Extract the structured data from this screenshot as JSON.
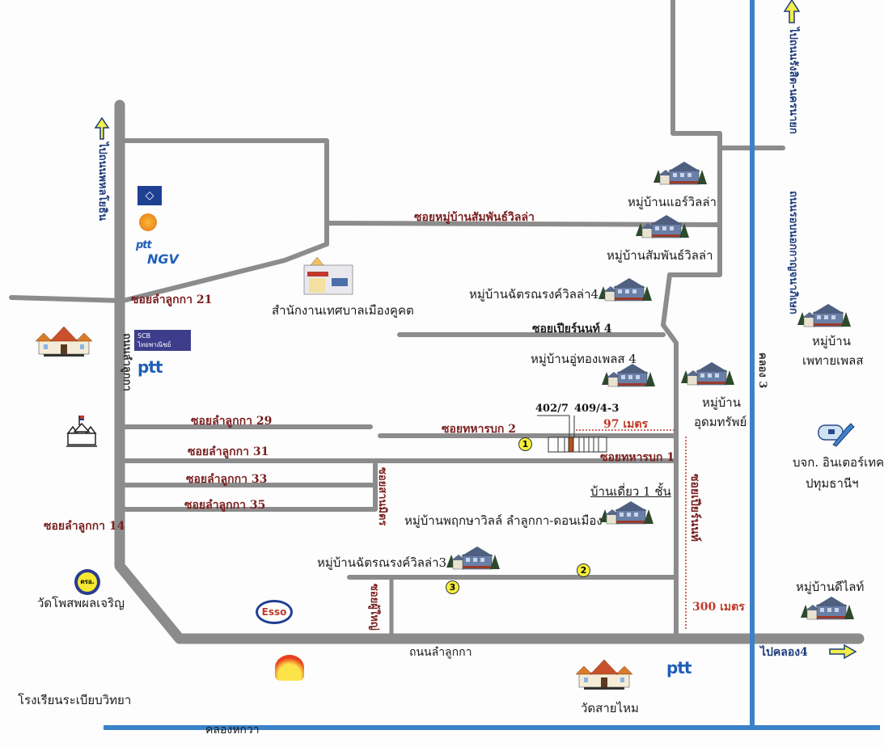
{
  "map": {
    "roads": {
      "main_road": "ถนนลำลูกกา",
      "main_road_vertical": "ถนนลำลูกกา",
      "soi_sampan": "ซอยหมู่บ้านสัมพันธ์วิลล่า",
      "soi_21": "ซอยลำลูกกา 21",
      "soi_29": "ซอยลำลูกกา 29",
      "soi_31": "ซอยลำลูกกา 31",
      "soi_33": "ซอยลำลูกกา 33",
      "soi_35": "ซอยลำลูกกา 35",
      "soi_14": "ซอยลำลูกกา 14",
      "soi_pianon_4": "ซอยเปียร์นนท์ 4",
      "soi_thahanbok_2": "ซอยทหารบก 2",
      "soi_thahanbok_1": "ซอยทหารบก 1",
      "soi_sanmit": "ซอยสานมิตร",
      "soi_pianon": "ซอยเปียร์นนท์",
      "soi_phuyai": "ซอยผู้ใหญ่"
    },
    "directions": {
      "to_phahonyothin": "ไปถนนพหลโยธิน",
      "to_rangsit_nakhonnayok": "ไปถนนรังสิต-นครนายก",
      "to_khlong4": "ไปคลอง4"
    },
    "waterways": {
      "khlong_3": "คลอง 3",
      "khlong_hakwa": "คลองหกวา",
      "kanchanaphisek_road": "ถนนรอบนอกกาญจนาภิเษก"
    },
    "places": {
      "air_villa": "หมู่บ้านแอร์วิลล่า",
      "sampan_villa": "หมู่บ้านสัมพันธ์วิลล่า",
      "chatronrong_villa_4": "หมู่บ้านฉัตรณรงค์วิลล่า4",
      "outhong_place_4": "หมู่บ้านอู่ทองเพลส 4",
      "udomsap_line1": "หมู่บ้าน",
      "udomsap_line2": "อุดมทรัพย์",
      "phethai_line1": "หมู่บ้าน",
      "phethai_line2": "เพทายเพลส",
      "intertech_line1": "บจก. อินเตอร์เทค",
      "intertech_line2": "ปทุมธานีฯ",
      "delight": "หมู่บ้านดีไลท์",
      "pruksa_villa": "หมู่บ้านพฤกษาวิลล์ ลำลูกกา-ดอนเมือง",
      "chatronrong_villa_3": "หมู่บ้านฉัตรณรงค์วิลล่า3",
      "single_house": "บ้านเดี่ยว 1 ชั้น",
      "municipality": "สำนักงานเทศบาลเมืองคูคต",
      "wat_phosap": "วัดโพสพผลเจริญ",
      "school": "โรงเรียนระเบียบวิทยา",
      "wat_saimai": "วัดสายไหม"
    },
    "property": {
      "house_no_1": "402/7",
      "house_no_2": "409/4-3",
      "dist_97": "97 เมตร",
      "dist_300": "300 เมตร"
    },
    "markers": [
      "1",
      "2",
      "3"
    ],
    "logos": {
      "scb_line1": "SCB",
      "scb_line2": "ไทยพาณิชย์",
      "ptt": "ptt",
      "ngv": "NGV",
      "esso": "Esso",
      "kso": "ตรอ."
    },
    "colors": {
      "road": "#8a8a8a",
      "canal": "#3b82c9",
      "road_label": "#7a1f1f",
      "distance": "#c0392b",
      "marker": "#f7ef3a"
    }
  }
}
